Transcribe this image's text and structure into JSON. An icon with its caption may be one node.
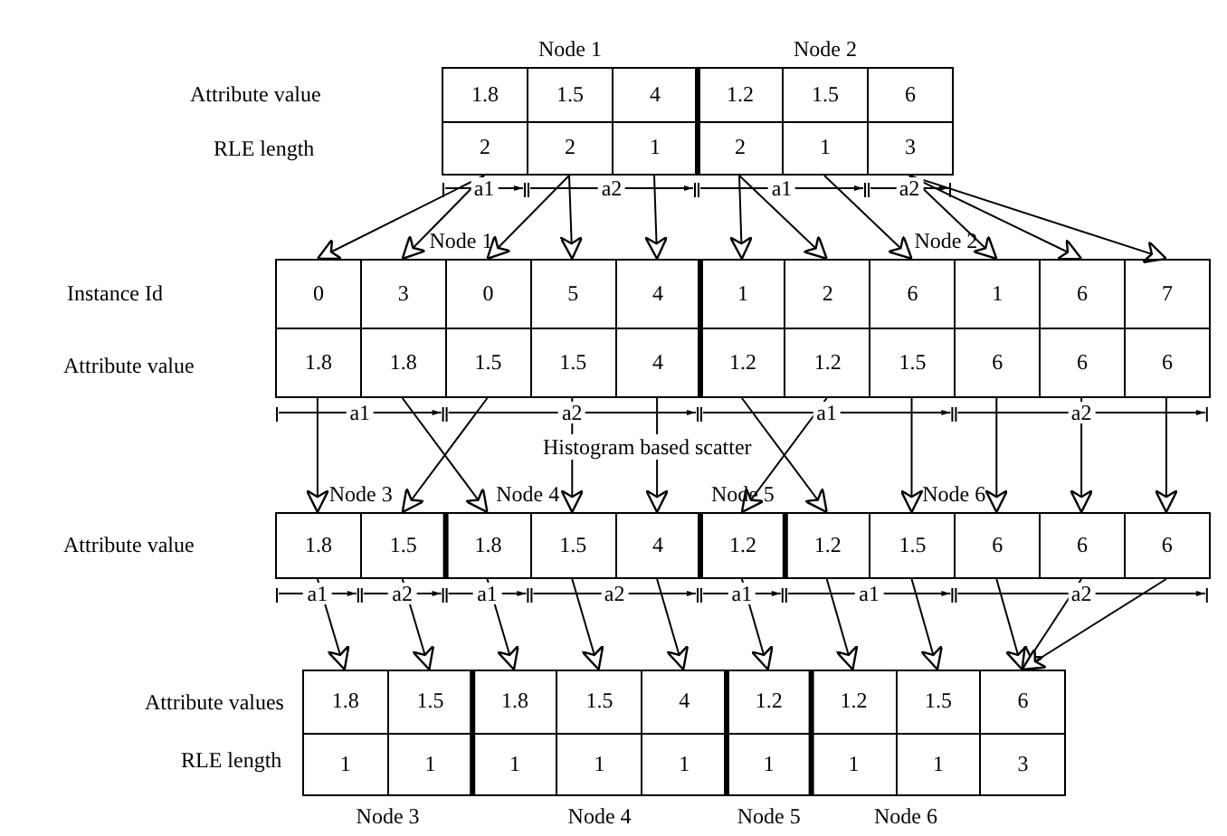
{
  "diagram": {
    "nodes": [
      {
        "text": [
          "Node 1"
        ]
      },
      {
        "text": [
          "1.8",
          "2"
        ],
        "in": 0
      },
      {
        "text": [
          "1.5",
          "2"
        ],
        "in": 0
      },
      {
        "text": [
          "4",
          "1"
        ],
        "in": 0
      },
      {
        "text": [
          "Node 2"
        ]
      },
      {
        "text": [
          "1.2",
          "2"
        ],
        "in": 4
      },
      {
        "text": [
          "1.5",
          "1"
        ],
        "in": 4
      },
      {
        "text": [
          "6",
          "3"
        ],
        "in": 4
      },
      {
        "text": [
          "Node 1"
        ]
      },
      {
        "text": [
          "0",
          "1.8"
        ],
        "in": 8
      },
      {
        "text": [
          "3",
          "1.8"
        ],
        "in": 8
      },
      {
        "text": [
          "0",
          "1.5"
        ],
        "in": 8
      },
      {
        "text": [
          "5",
          "1.5"
        ],
        "in": 8
      },
      {
        "text": [
          "4",
          "4"
        ],
        "in": 8
      },
      {
        "text": [
          "Node 2"
        ]
      },
      {
        "text": [
          "1",
          "1.2"
        ],
        "in": 14
      },
      {
        "text": [
          "2",
          "1.2"
        ],
        "in": 14
      },
      {
        "text": [
          "6",
          "1.5"
        ],
        "in": 14
      },
      {
        "text": [
          "1",
          "6"
        ],
        "in": 14
      },
      {
        "text": [
          "6",
          "6"
        ],
        "in": 14
      },
      {
        "text": [
          "7",
          "6"
        ],
        "in": 14
      },
      {
        "text": [
          "Node 3"
        ]
      },
      {
        "text": [
          "1.8"
        ],
        "in": 21
      },
      {
        "text": [
          "1.5"
        ],
        "in": 21
      },
      {
        "text": [
          "Node 4"
        ]
      },
      {
        "text": [
          "1.8"
        ],
        "in": 24
      },
      {
        "text": [
          "1.5"
        ],
        "in": 24
      },
      {
        "text": [
          "4"
        ],
        "in": 24
      },
      {
        "text": [
          "Node 5"
        ]
      },
      {
        "text": [
          "1.2"
        ],
        "in": 28
      },
      {
        "text": [
          "Node 6"
        ]
      },
      {
        "text": [
          "1.2"
        ],
        "in": 30
      },
      {
        "text": [
          "1.5"
        ],
        "in": 30
      },
      {
        "text": [
          "6"
        ],
        "in": 30
      },
      {
        "text": [
          "6"
        ],
        "in": 30
      },
      {
        "text": [
          "6"
        ],
        "in": 30
      },
      {
        "text": [
          "Node 3"
        ]
      },
      {
        "text": [
          "1.8",
          "1"
        ],
        "in": 36
      },
      {
        "text": [
          "1.5",
          "1"
        ],
        "in": 36
      },
      {
        "text": [
          "Node 4"
        ]
      },
      {
        "text": [
          "1.8",
          "1"
        ],
        "in": 39
      },
      {
        "text": [
          "1.5",
          "1"
        ],
        "in": 39
      },
      {
        "text": [
          "4",
          "1"
        ],
        "in": 39
      },
      {
        "text": [
          "Node 5"
        ]
      },
      {
        "text": [
          "1.2",
          "1"
        ],
        "in": 43
      },
      {
        "text": [
          "Node 6"
        ]
      },
      {
        "text": [
          "1.2",
          "1"
        ],
        "in": 45
      },
      {
        "text": [
          "1.5",
          "1"
        ],
        "in": 45
      },
      {
        "text": [
          "6",
          "3"
        ],
        "in": 45
      }
    ],
    "edges": [
      {
        "from": 1,
        "to": 9,
        "arrow": "to"
      },
      {
        "from": 1,
        "to": 10,
        "arrow": "to"
      },
      {
        "from": 2,
        "to": 11,
        "arrow": "to"
      },
      {
        "from": 2,
        "to": 12,
        "arrow": "to"
      },
      {
        "from": 3,
        "to": 13,
        "arrow": "to"
      },
      {
        "from": 5,
        "to": 15,
        "arrow": "to"
      },
      {
        "from": 5,
        "to": 16,
        "arrow": "to"
      },
      {
        "from": 6,
        "to": 17,
        "arrow": "to"
      },
      {
        "from": 7,
        "to": 18,
        "arrow": "to"
      },
      {
        "from": 7,
        "to": 19,
        "arrow": "to"
      },
      {
        "from": 7,
        "to": 20,
        "arrow": "to"
      },
      {
        "from": 9,
        "to": 22,
        "arrow": "to"
      },
      {
        "from": 10,
        "to": 25,
        "arrow": "to"
      },
      {
        "from": 11,
        "to": 23,
        "arrow": "to"
      },
      {
        "from": 12,
        "to": 26,
        "arrow": "to"
      },
      {
        "from": 13,
        "to": 27,
        "arrow": "to"
      },
      {
        "from": 15,
        "to": 31,
        "arrow": "to"
      },
      {
        "from": 16,
        "to": 29,
        "arrow": "to"
      },
      {
        "from": 17,
        "to": 32,
        "arrow": "to"
      },
      {
        "from": 18,
        "to": 33,
        "arrow": "to"
      },
      {
        "from": 19,
        "to": 34,
        "arrow": "to"
      },
      {
        "from": 20,
        "to": 35,
        "arrow": "to"
      },
      {
        "from": 22,
        "to": 37,
        "arrow": "to"
      },
      {
        "from": 23,
        "to": 38,
        "arrow": "to"
      },
      {
        "from": 25,
        "to": 40,
        "arrow": "to"
      },
      {
        "from": 26,
        "to": 41,
        "arrow": "to"
      },
      {
        "from": 27,
        "to": 42,
        "arrow": "to"
      },
      {
        "from": 29,
        "to": 44,
        "arrow": "to"
      },
      {
        "from": 31,
        "to": 46,
        "arrow": "to"
      },
      {
        "from": 32,
        "to": 47,
        "arrow": "to"
      },
      {
        "from": 33,
        "to": 48,
        "arrow": "to"
      },
      {
        "from": 34,
        "to": 48,
        "arrow": "to"
      },
      {
        "from": 35,
        "to": 48,
        "arrow": "to"
      }
    ],
    "labels": [
      "Attribute value",
      "RLE length",
      "a1",
      "a2",
      "a1",
      "a2",
      "Instance Id",
      "Attribute value",
      "a1",
      "a2",
      "a1",
      "a2",
      "Histogram based scatter",
      "Attribute value",
      "a1",
      "a2",
      "a1",
      "a2",
      "a1",
      "a1",
      "a2",
      "Attribute values",
      "RLE length"
    ]
  }
}
